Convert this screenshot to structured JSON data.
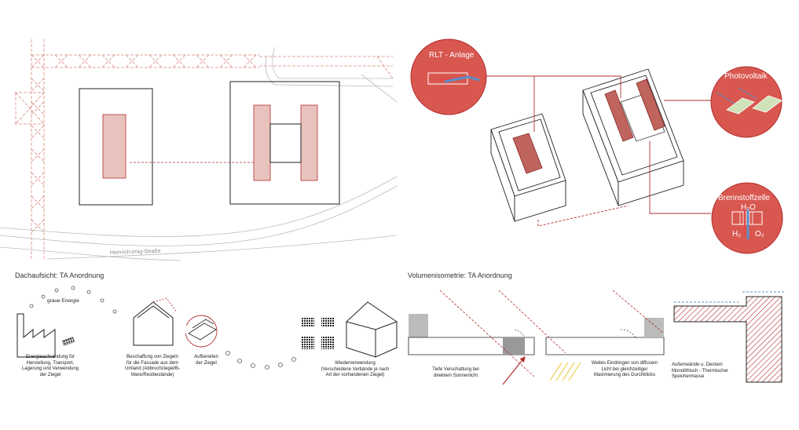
{
  "colors": {
    "accent_red": "#b32d2e",
    "pale_red": "#e8c3bd",
    "bubble_red": "#d8574f",
    "blue": "#5b8fc9",
    "line_gray": "#999999"
  },
  "left_panel": {
    "caption": "Dachaufsicht: TA Anordnung",
    "street_name": "Heinrich-Imig-Straße"
  },
  "right_panel": {
    "caption": "Volumenisometrie: TA Anordnung",
    "bubble_rlt": "RLT - Anlage",
    "bubble_pv": "Photovoltaik",
    "bubble_fuel": "Brennstoffzelle",
    "bubble_fuel_h2o": "H₂O",
    "bubble_fuel_h2": "H₂",
    "bubble_fuel_o2": "O₂"
  },
  "bottom": {
    "graue_energie": "graue Energie",
    "cap_energie": "Energieaufwendung für\nHerstellung, Transport,\nLagerung und Verwendung\nder Ziegel",
    "cap_beschaffung": "Beschaffung von Ziegeln\nfür die Fassade aus dem\nUmland (Abbruchziegel/B-\nWare/Restbestände)",
    "cap_aufbereiten": "Aufbereiten\nder Ziegel",
    "cap_wieder": "Wiederverwendung\n(Verschiedene Verbände je nach\nArt der vorhandenen Ziegel)",
    "cap_tiefe": "Tiefe Verschattung bei\ndirektem Sonnenlicht",
    "cap_weites": "Weites Eindringen von diffusem\nLicht bei gleichzeitiger\nMaximierung des Durchblicks",
    "cap_aussen": "Außenwände u. Decken:\nMonolithisch - Thermischer\nSpeichermasse"
  }
}
